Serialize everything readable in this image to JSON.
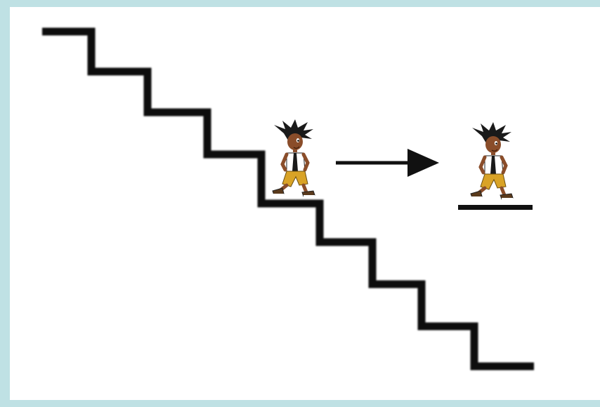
{
  "diagram": {
    "background_color": "#ffffff",
    "border_color": "#bfe1e4",
    "stroke_color": "#111111",
    "elements": [
      {
        "kind": "staircase",
        "step_count": 9,
        "icon": "staircase-icon"
      },
      {
        "kind": "character",
        "state": "on-stairs",
        "icon": "walking-boy-icon"
      },
      {
        "kind": "arrow",
        "direction": "right",
        "icon": "arrow-right-icon"
      },
      {
        "kind": "character",
        "state": "on-flat-ground",
        "icon": "walking-boy-icon"
      },
      {
        "kind": "ground-line",
        "icon": "flat-ground-icon"
      }
    ]
  }
}
